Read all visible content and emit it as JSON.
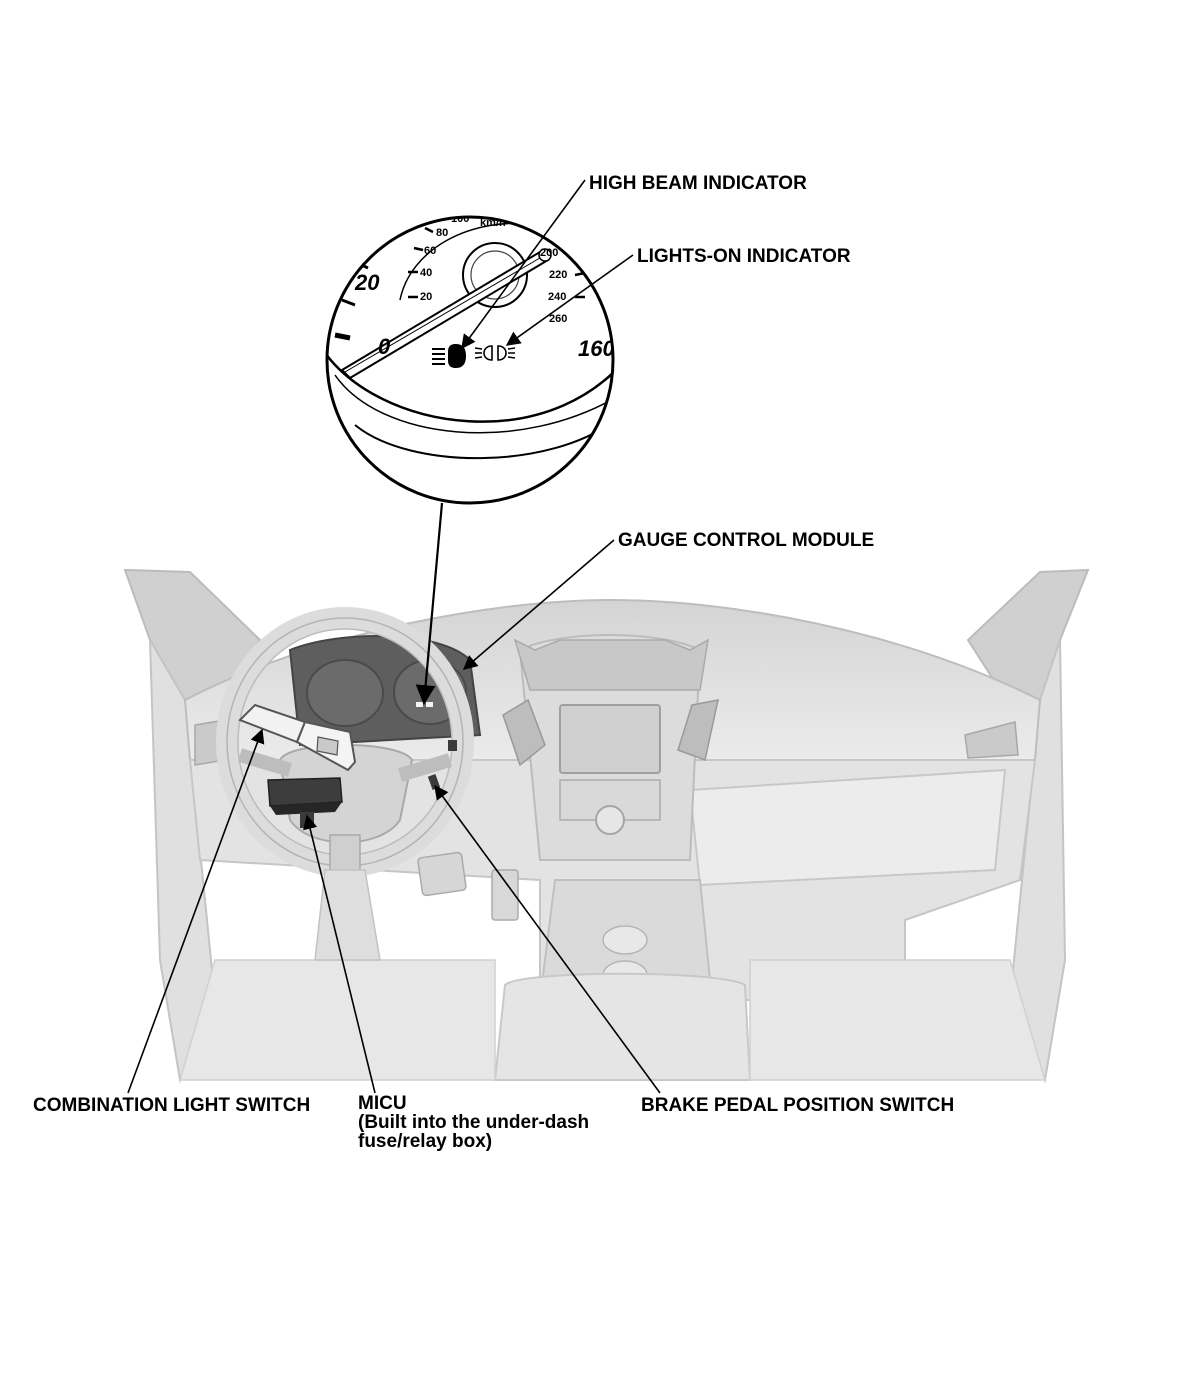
{
  "labels": {
    "high_beam_indicator": "HIGH BEAM INDICATOR",
    "lights_on_indicator": "LIGHTS-ON INDICATOR",
    "gauge_control_module": "GAUGE CONTROL MODULE",
    "combination_light_switch": "COMBINATION LIGHT SWITCH",
    "micu": {
      "line1": "MICU",
      "line2": "(Built into the under-dash",
      "line3": "fuse/relay box)"
    },
    "brake_pedal_position_switch": "BRAKE PEDAL POSITION SWITCH"
  },
  "gauge": {
    "unit": "km/h",
    "outer_left": "20",
    "outer_right": "160",
    "outer_bottom": "0",
    "kmh_ticks": [
      "20",
      "40",
      "60",
      "80",
      "100"
    ],
    "kmh_right_ticks": [
      "200",
      "220",
      "240",
      "260"
    ]
  },
  "icons": {
    "high_beam": "high-beam-indicator-icon",
    "lights_on": "lights-on-indicator-icon"
  }
}
